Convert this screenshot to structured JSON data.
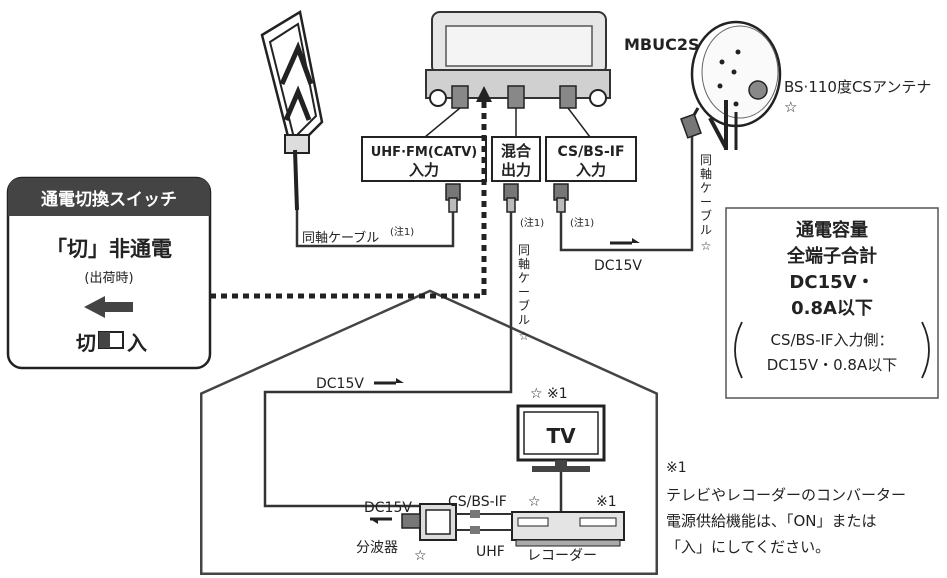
{
  "model_name": "MBUC2S",
  "antenna_label": "BS·110度CSアンテナ",
  "star": "☆",
  "ports": {
    "uhf": [
      "UHF·FM(CATV)",
      "入力"
    ],
    "mix": [
      "混合",
      "出力"
    ],
    "cs": [
      "CS/BS-IF",
      "入力"
    ]
  },
  "coax_label": "同軸ケーブル",
  "coax_vertical_chars": [
    "同",
    "軸",
    "ケ",
    "ー",
    "ブ",
    "ル",
    "☆"
  ],
  "note_ref": "(注1)",
  "dc15v": "DC15V",
  "switch_panel": {
    "title": "通電切換スイッチ",
    "state": "「切」非通電",
    "shipped": "(出荷時)",
    "off": "切",
    "on": "入"
  },
  "capacity": {
    "line1": "通電容量",
    "line2": "全端子合計",
    "line3": "DC15V・",
    "line4": "0.8A以下",
    "paren1": "CS/BS-IF入力側：",
    "paren2": "DC15V・0.8A以下"
  },
  "tv_label": "TV",
  "tv_mark": "☆ ※1",
  "recorder_mark": "※1",
  "cs_bs_if": "CS/BS-IF",
  "uhf_label": "UHF",
  "splitter_label": "分波器",
  "recorder_label": "レコーダー",
  "footnote": {
    "mark": "※1",
    "lines": [
      "テレビやレコーダーのコンバーター",
      "電源供給機能は、「ON」または",
      "「入」にしてください。"
    ]
  }
}
